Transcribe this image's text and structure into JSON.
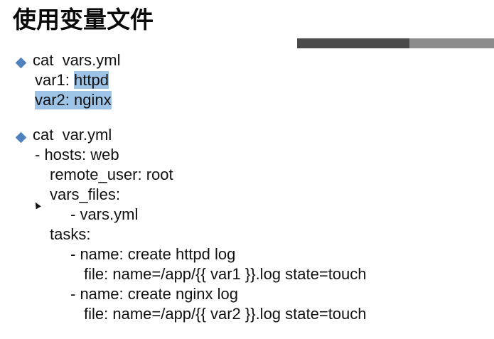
{
  "slide": {
    "title": "使用变量文件",
    "sections": [
      {
        "heading": "cat  vars.yml",
        "lines": {
          "var1_key": "var1: ",
          "var1_val": "httpd",
          "var2": "var2: nginx"
        }
      },
      {
        "heading": "cat  var.yml",
        "lines": [
          "- hosts: web",
          "remote_user: root",
          "vars_files:",
          "- vars.yml",
          "tasks:",
          "- name: create httpd log",
          "file: name=/app/{{ var1 }}.log state=touch",
          "- name: create nginx log",
          "file: name=/app/{{ var2 }}.log state=touch"
        ]
      }
    ]
  },
  "colors": {
    "bullet": "#4f81bd",
    "highlight": "#9dc3e6",
    "bar_dark": "#4a4a4a",
    "bar_light": "#8c8c8c"
  }
}
